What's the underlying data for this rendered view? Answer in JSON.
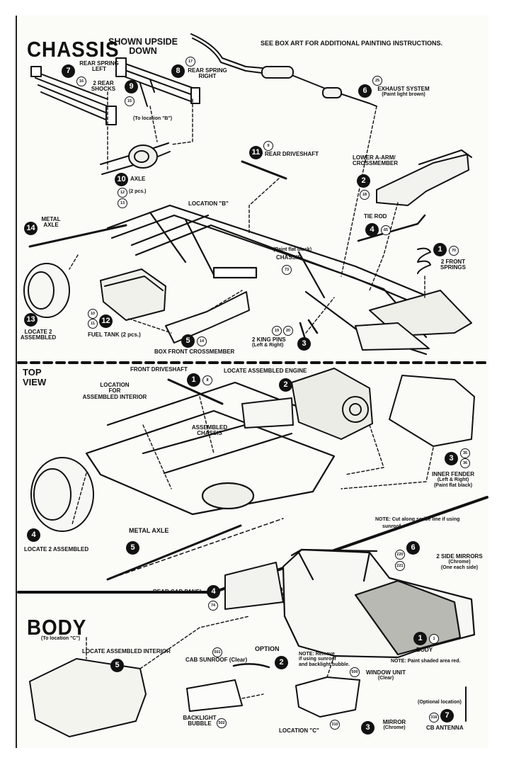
{
  "headings": {
    "chassis": "CHASSIS",
    "chassis_sub_line1": "SHOWN UPSIDE",
    "chassis_sub_line2": "DOWN",
    "top_view_line1": "TOP",
    "top_view_line2": "VIEW",
    "body": "BODY"
  },
  "notes": {
    "box_art": "SEE BOX ART FOR ADDITIONAL PAINTING INSTRUCTIONS.",
    "cut_note": "NOTE: Cut along scribe line if using",
    "cut_note_2": "sunroof.",
    "shaded_note": "NOTE: Paint shaded area red.",
    "remove_note_1": "NOTE: Remove",
    "remove_note_2": "if using sunroof",
    "remove_note_3": "and backlight bubble.",
    "option": "OPTION",
    "optional_location": "(Optional location)"
  },
  "chassis_section": {
    "rear_spring_left_1": "REAR SPRING",
    "rear_spring_left_2": "LEFT",
    "rear_spring_left_step": "7",
    "rear_spring_left_part": "16",
    "rear_spring_right_1": "REAR SPRING",
    "rear_spring_right_2": "RIGHT",
    "rear_spring_right_step": "8",
    "rear_spring_right_part": "17",
    "rear_shocks_1": "2 REAR",
    "rear_shocks_2": "SHOCKS",
    "rear_shocks_step": "9",
    "rear_shocks_part": "15",
    "to_location_b": "(To location \"B\")",
    "exhaust_1": "EXHAUST SYSTEM",
    "exhaust_2": "(Paint light brown)",
    "exhaust_step": "6",
    "exhaust_part": "25",
    "rear_driveshaft": "REAR DRIVESHAFT",
    "rear_driveshaft_step": "11",
    "rear_driveshaft_part": "9",
    "axle_1": "AXLE",
    "axle_2": "(2 pcs.)",
    "axle_step": "10",
    "axle_part_a": "12",
    "axle_part_b": "13",
    "lower_a_arm_1": "LOWER A-ARM/",
    "lower_a_arm_2": "CROSSMEMBER",
    "lower_a_arm_step": "2",
    "lower_a_arm_part": "18",
    "location_b": "LOCATION \"B\"",
    "metal_axle_1": "METAL",
    "metal_axle_2": "AXLE",
    "metal_axle_step": "14",
    "tie_rod": "TIE ROD",
    "tie_rod_step": "4",
    "tie_rod_part": "65",
    "chassis_paint": "(Paint flat black)",
    "chassis_label": "CHASSIS",
    "chassis_part": "73",
    "front_springs_1": "2 FRONT",
    "front_springs_2": "SPRINGS",
    "front_springs_step": "1",
    "front_springs_part": "70",
    "locate_2_assembled_1": "LOCATE 2",
    "locate_2_assembled_2": "ASSEMBLED",
    "locate_2_assembled_step": "13",
    "fuel_tank": "FUEL TANK (2 pcs.)",
    "fuel_tank_step": "12",
    "fuel_tank_part_a": "10",
    "fuel_tank_part_b": "11",
    "box_front_crossmember": "BOX FRONT CROSSMEMBER",
    "box_front_crossmember_step": "5",
    "box_front_crossmember_part": "14",
    "king_pins_1": "2 KING PINS",
    "king_pins_2": "(Left & Right)",
    "king_pins_step": "3",
    "king_pins_part_a": "19",
    "king_pins_part_b": "20"
  },
  "top_view_section": {
    "front_driveshaft": "FRONT DRIVESHAFT",
    "front_driveshaft_step": "1",
    "front_driveshaft_part": "8",
    "locate_engine": "LOCATE ASSEMBLED ENGINE",
    "locate_engine_step": "2",
    "location_for_1": "LOCATION",
    "location_for_2": "FOR",
    "location_for_3": "ASSEMBLED INTERIOR",
    "assembled_chassis_1": "ASSEMBLED",
    "assembled_chassis_2": "CHASSIS",
    "inner_fender_1": "INNER FENDER",
    "inner_fender_2": "(Left & Right)",
    "inner_fender_3": "(Paint flat black)",
    "inner_fender_step": "3",
    "inner_fender_part_a": "35",
    "inner_fender_part_b": "36",
    "locate_2_assembled": "LOCATE 2 ASSEMBLED",
    "locate_2_assembled_step": "4",
    "metal_axle": "METAL AXLE",
    "metal_axle_step": "5"
  },
  "body_section": {
    "rear_cab_panel": "REAR CAB PANEL",
    "rear_cab_panel_step": "4",
    "rear_cab_panel_part": "74",
    "side_mirrors_1": "2 SIDE MIRRORS",
    "side_mirrors_2": "(Chrome)",
    "side_mirrors_3": "(One each side)",
    "side_mirrors_step": "6",
    "side_mirrors_part_a": "220",
    "side_mirrors_part_b": "221",
    "to_location_c": "(To location \"C\")",
    "locate_interior": "LOCATE ASSEMBLED INTERIOR",
    "locate_interior_step": "5",
    "cab_sunroof": "CAB SUNROOF (Clear)",
    "cab_sunroof_part": "501",
    "option_step": "2",
    "body_label": "BODY",
    "body_step": "1",
    "body_part": "1",
    "window_unit_1": "WINDOW UNIT",
    "window_unit_2": "(Clear)",
    "window_unit_part": "500",
    "backlight_1": "BACKLIGHT",
    "backlight_2": "BUBBLE",
    "backlight_part": "502",
    "location_c": "LOCATION \"C\"",
    "mirror_1": "MIRROR",
    "mirror_2": "(Chrome)",
    "mirror_step": "3",
    "mirror_part": "310",
    "cb_antenna": "CB ANTENNA",
    "cb_antenna_step": "7",
    "cb_antenna_part": "316"
  }
}
